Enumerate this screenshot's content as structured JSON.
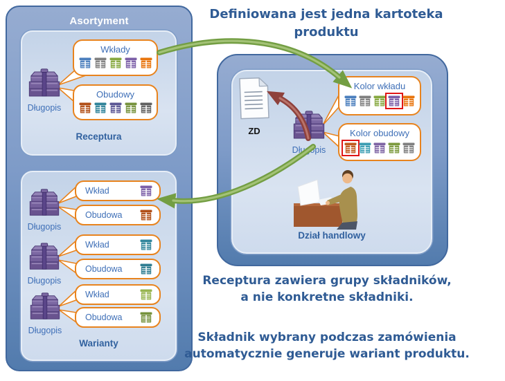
{
  "title": {
    "line1": "Definiowana jest jedna kartoteka",
    "line2": "produktu"
  },
  "assortment": {
    "title": "Asortyment",
    "receptura": {
      "label": "Receptura",
      "product_label": "Długopis",
      "groups": [
        {
          "title": "Wkłady",
          "colors": [
            "#4A7EBD",
            "#7F7F7F",
            "#86A83F",
            "#7B5EA7",
            "#E8740C"
          ]
        },
        {
          "title": "Obudowy",
          "colors": [
            "#B14F17",
            "#2F8399",
            "#5B5694",
            "#76923C",
            "#606060"
          ]
        }
      ]
    },
    "warianty": {
      "label": "Warianty",
      "variants": [
        {
          "product_label": "Długopis",
          "rows": [
            {
              "label": "Wkład",
              "color": "#7B5EA7"
            },
            {
              "label": "Obudowa",
              "color": "#B14F17"
            }
          ]
        },
        {
          "product_label": "Długopis",
          "rows": [
            {
              "label": "Wkład",
              "color": "#31869C"
            },
            {
              "label": "Obudowa",
              "color": "#2E7D92"
            }
          ]
        },
        {
          "product_label": "Długopis",
          "rows": [
            {
              "label": "Wkład",
              "color": "#97B54F"
            },
            {
              "label": "Obudowa",
              "color": "#76923C"
            }
          ]
        }
      ]
    }
  },
  "order_panel": {
    "document_label": "ZD",
    "product_label": "Długopis",
    "department_label": "Dział handlowy",
    "groups": [
      {
        "title": "Kolor wkładu",
        "colors": [
          "#4A7EBD",
          "#7F7F7F",
          "#86A83F",
          "#7B5EA7",
          "#E8740C"
        ],
        "selected_index": 3
      },
      {
        "title": "Kolor obudowy",
        "colors": [
          "#C05A1E",
          "#3C9DB2",
          "#7E64A4",
          "#7C9A3E",
          "#7F7F7F"
        ],
        "selected_index": 0
      }
    ]
  },
  "notes": [
    {
      "line1": "Receptura zawiera grupy składników,",
      "line2": "a nie konkretne składniki."
    },
    {
      "line1": "Składnik wybrany podczas zamówienia",
      "line2": "automatycznie generuje wariant produktu."
    }
  ],
  "colors": {
    "callout_border": "#E8831D",
    "selection_red": "#E01616",
    "arrow_green": "#739E43",
    "arrow_red": "#8E413C",
    "note_text": "#2F5B94",
    "label_blue": "#3E6FB7",
    "section_label_blue": "#31619F",
    "panel_border_blue": "#41689E"
  }
}
